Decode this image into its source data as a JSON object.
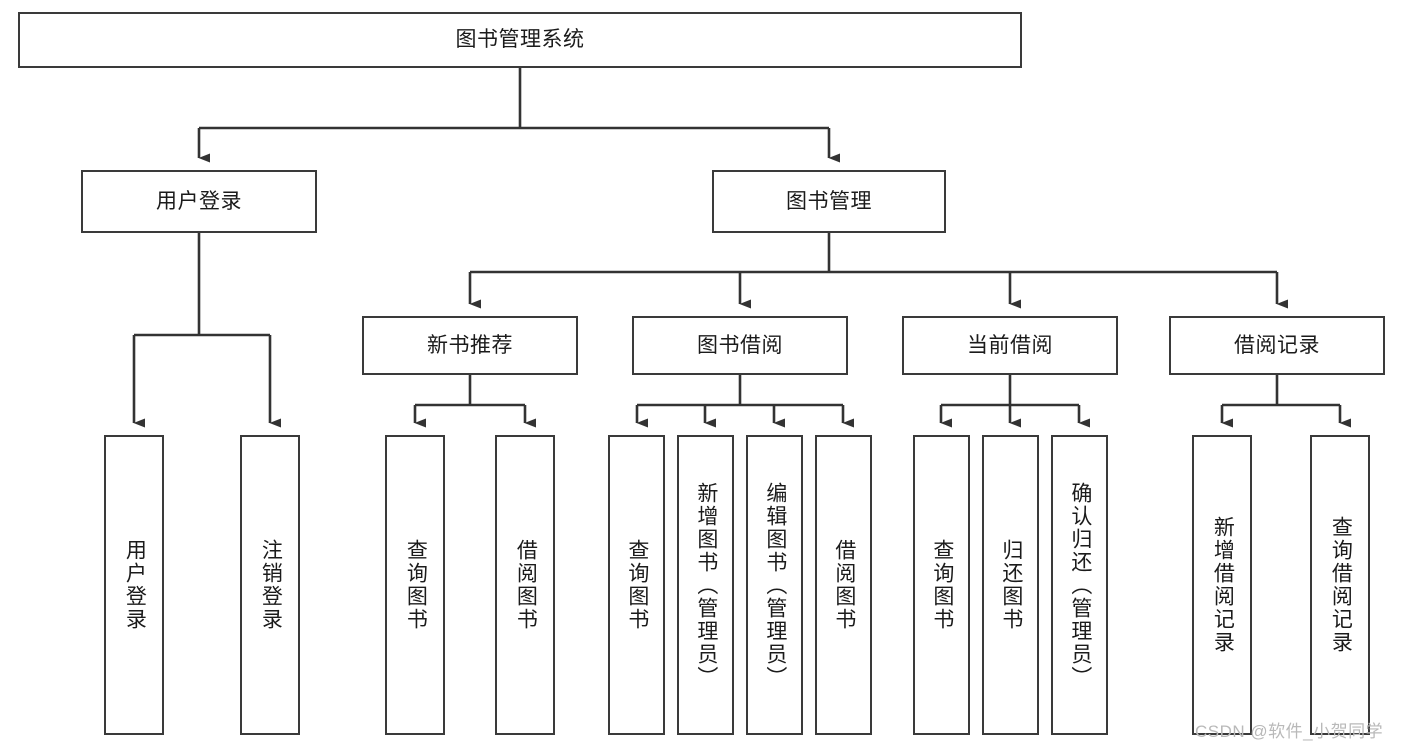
{
  "diagram": {
    "title": "图书管理系统",
    "orientation": "top-down",
    "colors": {
      "box_border": "#3a3a3a",
      "box_fill": "#ffffff",
      "connector": "#333333",
      "text": "#1b1b1b",
      "watermark": "#b9b9b9"
    },
    "levels": {
      "root": [
        "图书管理系统"
      ],
      "level2": [
        "用户登录",
        "图书管理"
      ],
      "level3": [
        "新书推荐",
        "图书借阅",
        "当前借阅",
        "借阅记录"
      ]
    }
  },
  "nodes": {
    "root": {
      "label": "图书管理系统"
    },
    "user_login": {
      "label": "用户登录"
    },
    "book_manage": {
      "label": "图书管理"
    },
    "new_book_rec": {
      "label": "新书推荐"
    },
    "book_borrow": {
      "label": "图书借阅"
    },
    "current_borrow": {
      "label": "当前借阅"
    },
    "borrow_record": {
      "label": "借阅记录"
    },
    "leaf_user_login": {
      "label": "用户登录"
    },
    "leaf_logout": {
      "label": "注销登录"
    },
    "leaf_query_book_1": {
      "label": "查询图书"
    },
    "leaf_borrow_book_1": {
      "label": "借阅图书"
    },
    "leaf_query_book_2": {
      "label": "查询图书"
    },
    "leaf_add_book": {
      "label": "新增图书（管理员）"
    },
    "leaf_edit_book": {
      "label": "编辑图书（管理员）"
    },
    "leaf_borrow_book_2": {
      "label": "借阅图书"
    },
    "leaf_query_book_3": {
      "label": "查询图书"
    },
    "leaf_return_book": {
      "label": "归还图书"
    },
    "leaf_confirm_return": {
      "label": "确认归还（管理员）"
    },
    "leaf_add_record": {
      "label": "新增借阅记录"
    },
    "leaf_query_record": {
      "label": "查询借阅记录"
    }
  },
  "watermark": {
    "text": "CSDN @软件_小贺同学"
  }
}
